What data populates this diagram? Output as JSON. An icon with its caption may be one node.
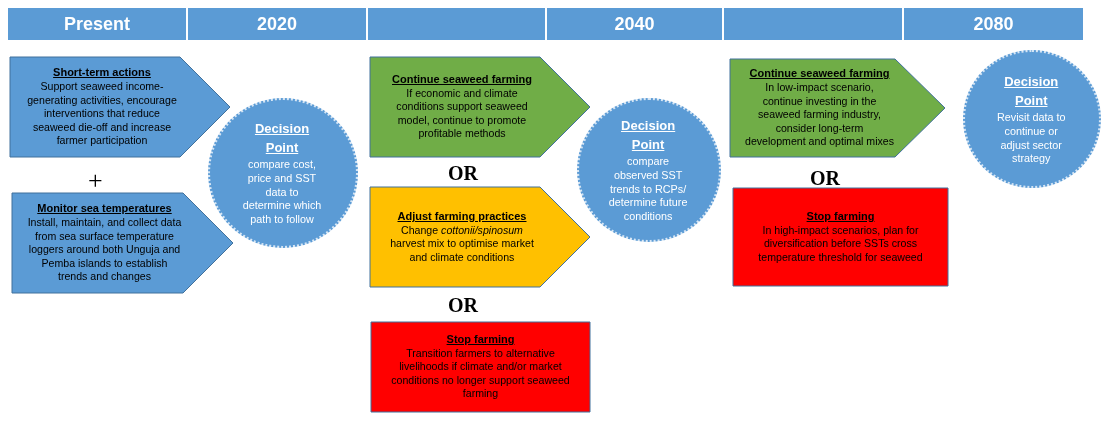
{
  "diagram": {
    "nodes": [
      {
        "text": [
          "Present"
        ]
      },
      {
        "text": [
          "2020"
        ]
      },
      {
        "text": [],
        "shape": "bar"
      },
      {
        "text": [
          "2040"
        ]
      },
      {
        "text": [],
        "shape": "bar"
      },
      {
        "text": [
          "2080"
        ]
      },
      {
        "text": [
          "Short-term actions",
          "Support seaweed income-generating activities, encourage interventions that reduce seaweed die-off and increase farmer participation"
        ]
      },
      {
        "text": [
          "Monitor sea temperatures",
          "Install, maintain, and collect data from sea surface temperature loggers around both Unguja and Pemba islands to establish trends and changes"
        ]
      },
      {
        "text": [
          "Decision Point",
          "compare cost, price and SST data to determine which path to follow"
        ]
      },
      {
        "text": [
          "Continue seaweed farming",
          "If economic and climate conditions support seaweed model, continue to promote profitable methods"
        ]
      },
      {
        "text": [
          "Adjust farming practices",
          "Change *cottonii/spinosum* harvest mix to optimise market and climate conditions"
        ]
      },
      {
        "text": [
          "Stop farming",
          "Transition farmers to alternative livelihoods if climate and/or market conditions no longer support seaweed farming"
        ]
      },
      {
        "text": [
          "Decision Point",
          "compare observed SST trends to RCPs/ determine future conditions"
        ]
      },
      {
        "text": [
          "Continue seaweed farming",
          "In low-impact scenario, continue investing in the seaweed farming industry, consider long-term development and optimal mixes"
        ]
      },
      {
        "text": [
          "Stop farming",
          "In high-impact scenarios, plan for diversification before SSTs cross temperature threshold for seaweed"
        ]
      },
      {
        "text": [
          "Decision Point",
          "Revisit data to continue or adjust sector strategy"
        ]
      }
    ],
    "labels": [
      "+",
      "OR",
      "OR",
      "OR"
    ]
  }
}
